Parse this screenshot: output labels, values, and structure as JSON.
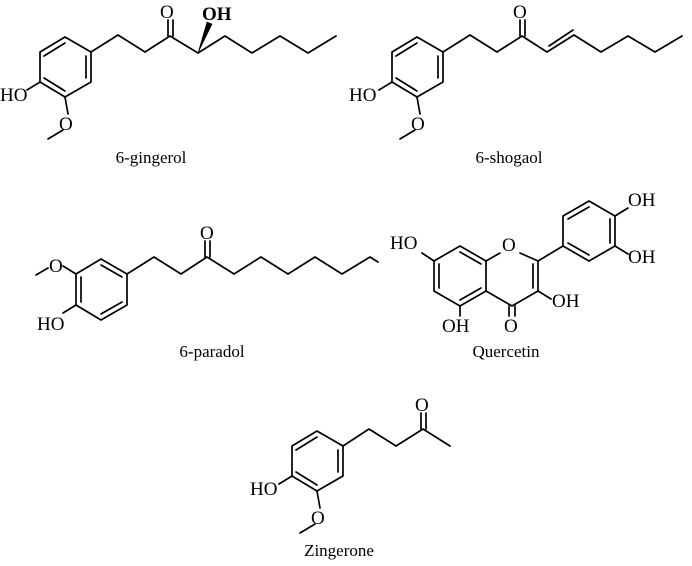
{
  "molecules": [
    {
      "name": "6-gingerol",
      "labels": {
        "ketone_o": "O",
        "oh": "OH",
        "phenol_oh": "HO",
        "methoxy_o": "O"
      }
    },
    {
      "name": "6-shogaol",
      "labels": {
        "ketone_o": "O",
        "phenol_oh": "HO",
        "methoxy_o": "O"
      }
    },
    {
      "name": "6-paradol",
      "labels": {
        "ketone_o": "O",
        "methoxy_o": "O",
        "phenol_oh": "HO"
      }
    },
    {
      "name": "Quercetin",
      "labels": {
        "ho7": "HO",
        "ring_o": "O",
        "oh4p": "OH",
        "oh3p": "OH",
        "oh3": "OH",
        "oh5": "OH",
        "carbonyl_o": "O"
      }
    },
    {
      "name": "Zingerone",
      "labels": {
        "ketone_o": "O",
        "phenol_oh": "HO",
        "methoxy_o": "O"
      }
    }
  ]
}
